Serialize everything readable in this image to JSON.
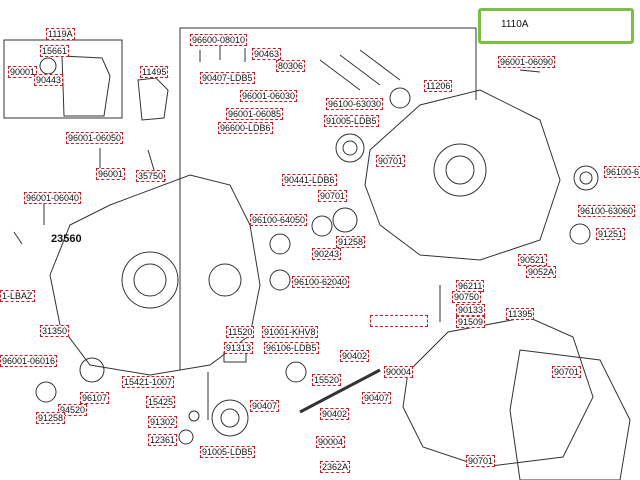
{
  "highlight": {
    "label": "1110A",
    "color": "#7ac143"
  },
  "accent_color": "#e0141e",
  "labels": [
    "1119A",
    "15661",
    "90001",
    "90443",
    "11495",
    "96600-08010",
    "90463",
    "90407-LDB5",
    "80306",
    "96001-06030",
    "96001-06085",
    "96100-63030",
    "11206",
    "96600-LDB6",
    "91005-LDB5",
    "96001-06090",
    "96001-06050",
    "96001",
    "35750",
    "90701",
    "90441-LDB6",
    "90701",
    "96100-6",
    "96001-06040",
    "96100-64050",
    "96100-63060",
    "91251",
    "91258",
    "90243",
    "23560",
    "90521",
    "9052A",
    "1-LBAZ",
    "96100-62040",
    "96211",
    "90750",
    "90133",
    "91509",
    "11395",
    "31350",
    "11520",
    "91001-KHV8",
    "91313",
    "96106-LDB5",
    "96001-06016",
    "96107",
    "15421-1007",
    "90402",
    "15520",
    "90004",
    "90701",
    "94520",
    "15425",
    "90407",
    "90407",
    "90402",
    "91258",
    "91302",
    "12361",
    "90004",
    "91005-LDB5",
    "2362A",
    "90701"
  ]
}
